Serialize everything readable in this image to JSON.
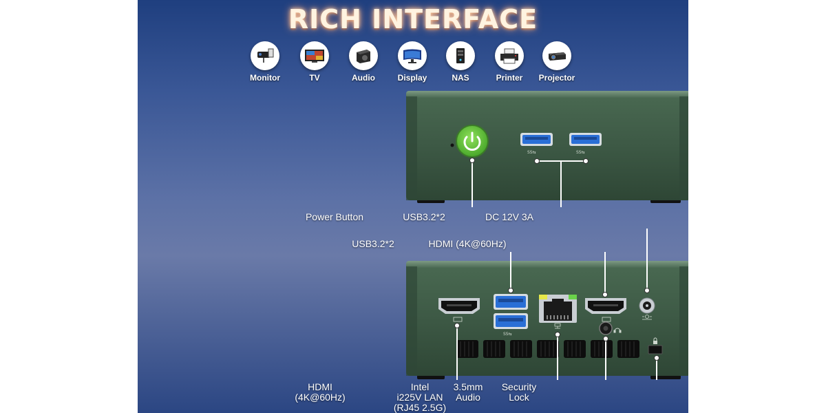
{
  "title": "RICH INTERFACE",
  "devices": [
    {
      "label": "Monitor",
      "icon": "security-camera-icon"
    },
    {
      "label": "TV",
      "icon": "tv-icon"
    },
    {
      "label": "Audio",
      "icon": "speaker-icon"
    },
    {
      "label": "Display",
      "icon": "monitor-icon"
    },
    {
      "label": "NAS",
      "icon": "nas-icon"
    },
    {
      "label": "Printer",
      "icon": "printer-icon"
    },
    {
      "label": "Projector",
      "icon": "projector-icon"
    }
  ],
  "front": {
    "power_button": "Power Button",
    "usb": "USB3.2*2",
    "usb_logo": "SS⇆",
    "dc": "DC 12V 3A"
  },
  "back": {
    "usb": "USB3.2*2",
    "hdmi_right": "HDMI (4K@60Hz)",
    "hdmi_left_line1": "HDMI",
    "hdmi_left_line2": "(4K@60Hz)",
    "lan_line1": "Intel",
    "lan_line2": "i225V LAN",
    "lan_line3": "(RJ45 2.5G)",
    "audio_line1": "3.5mm",
    "audio_line2": "Audio",
    "lock_line1": "Security",
    "lock_line2": "Lock"
  },
  "colors": {
    "case": "#3e5a46",
    "power_green": "#5ec43a",
    "usb_blue": "#2a6fd6"
  }
}
